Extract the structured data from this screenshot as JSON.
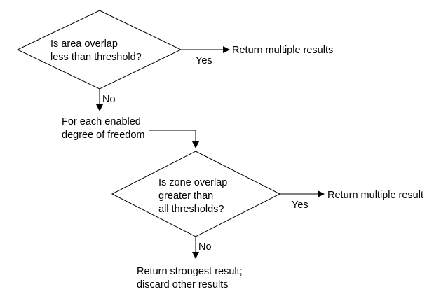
{
  "flowchart": {
    "decision1": {
      "line1": "Is area overlap",
      "line2": "less than threshold?"
    },
    "decision1_yes_label": "Yes",
    "decision1_yes_outcome": "Return multiple results",
    "decision1_no_label": "No",
    "loop_step": {
      "line1": "For each enabled",
      "line2": "degree of freedom"
    },
    "decision2": {
      "line1": "Is zone overlap",
      "line2": "greater than",
      "line3": "all thresholds?"
    },
    "decision2_yes_label": "Yes",
    "decision2_yes_outcome": "Return multiple result",
    "decision2_no_label": "No",
    "final_step": {
      "line1": "Return strongest result;",
      "line2": "discard other results"
    }
  }
}
